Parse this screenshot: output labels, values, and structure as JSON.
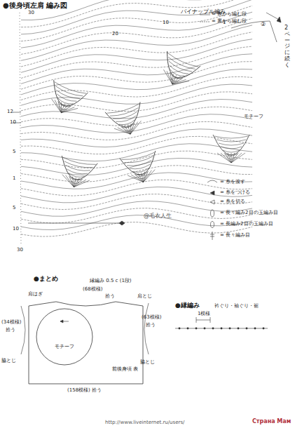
{
  "diagram": {
    "title": "●後身頃左肩 編み図",
    "nodes": [
      {
        "text": [
          "前後身頃 表"
        ]
      },
      {
        "text": [
          "モチーフ"
        ],
        "in": 0
      }
    ],
    "labels": [
      "パイナップル編み",
      "2 ページに続く",
      "30",
      "20",
      "10",
      "1",
      "②",
      "12",
      "10",
      "5",
      "1",
      "5",
      "10",
      "30",
      "モチーフ",
      "@毛衣人生",
      "●まとめ",
      "縁編み 0.5 c (1段)",
      "(68模様)",
      "拾う",
      "(34模様)",
      "拾う",
      "(63模様)",
      "拾う",
      "(158模様) 拾う",
      "肩はぎ",
      "肩とじ",
      "脇とじ",
      "脇とじ",
      "●縁編み",
      "衿ぐり・袖ぐり・裾",
      "1模様",
      "http://www.liveinternet.ru/users/",
      "Страна Мам"
    ],
    "legend": [
      {
        "text": "= 表から編む段"
      },
      {
        "text": "= 裏から編む段"
      },
      {
        "text": "= 糸を渡す"
      },
      {
        "text": "= 糸をつける"
      },
      {
        "text": "= 糸を切る"
      },
      {
        "text": "= 長々編み2目の玉編み目"
      },
      {
        "text": "= 長編み2目の玉編み目"
      },
      {
        "text": "= 長々編み目"
      }
    ]
  }
}
